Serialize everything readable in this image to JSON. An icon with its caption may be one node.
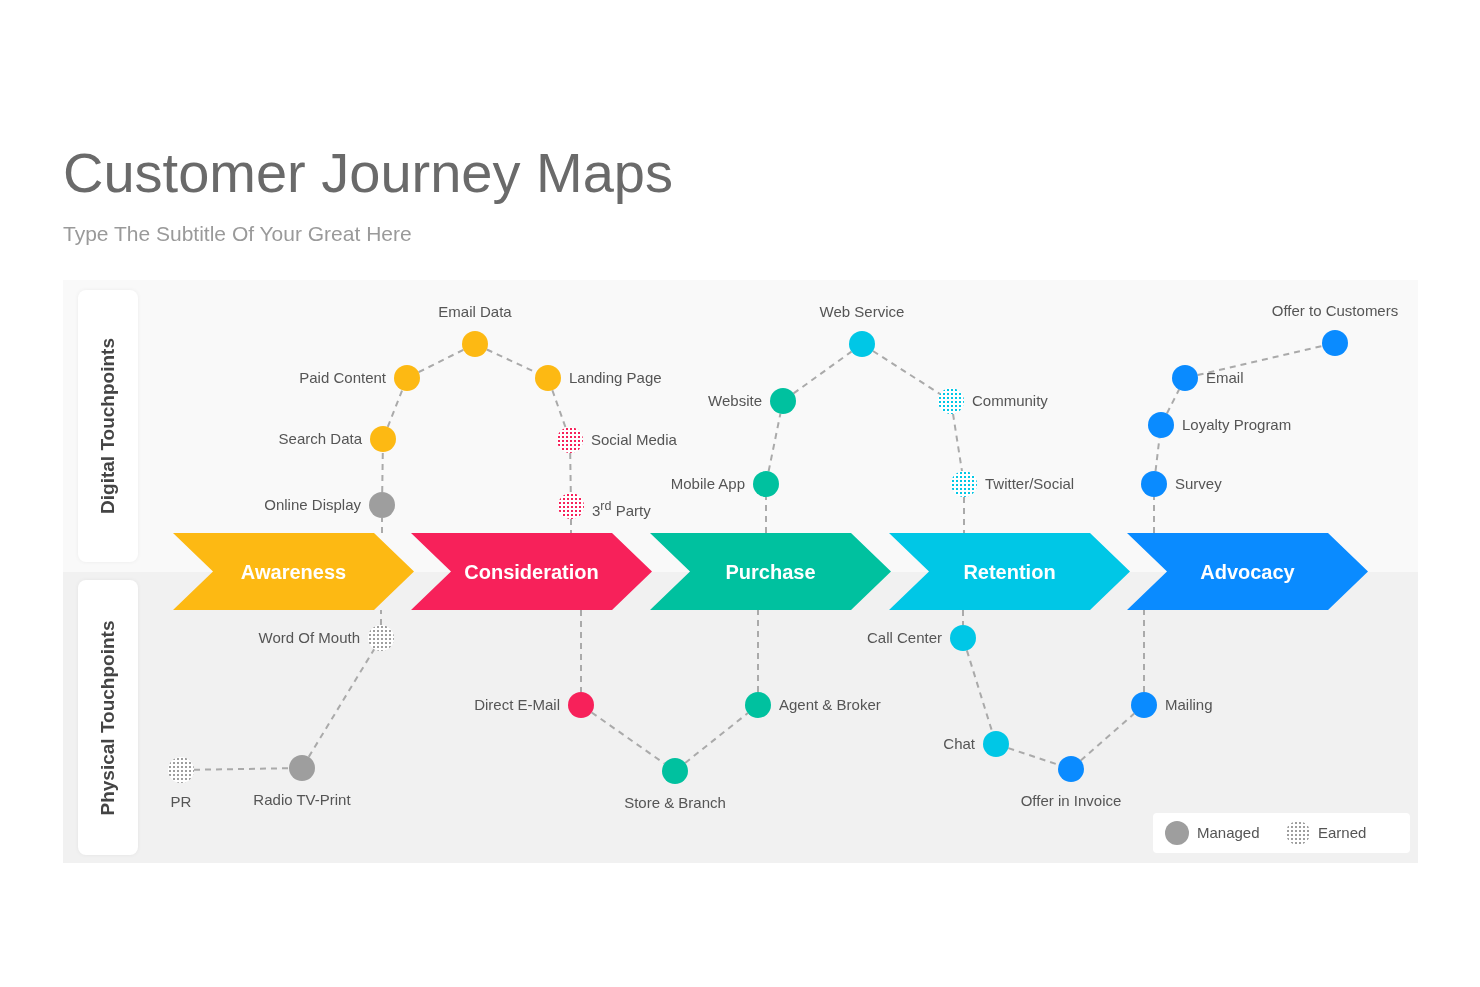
{
  "diagram": {
    "title": "Customer Journey Maps",
    "nodes": [
      {
        "text": [
          "Digital Touchpoints"
        ]
      },
      {
        "text": [
          "Physical Touchpoints"
        ]
      },
      {
        "text": [
          "Awareness"
        ]
      },
      {
        "text": [
          "Consideration"
        ]
      },
      {
        "text": [
          "Purchase"
        ]
      },
      {
        "text": [
          "Retention"
        ]
      },
      {
        "text": [
          "Advocacy"
        ]
      },
      {
        "text": [],
        "shape": "circle",
        "beside": [
          "Online Display"
        ]
      },
      {
        "text": [],
        "shape": "circle",
        "beside": [
          "Search Data"
        ]
      },
      {
        "text": [],
        "shape": "circle",
        "beside": [
          "Paid Content"
        ]
      },
      {
        "text": [],
        "shape": "circle",
        "beside": [
          "Email Data"
        ]
      },
      {
        "text": [],
        "shape": "circle",
        "beside": [
          "Landing Page"
        ]
      },
      {
        "text": [],
        "shape": "circle",
        "beside": [
          "Social Media"
        ]
      },
      {
        "text": [],
        "shape": "circle",
        "beside": [
          "3$^{rd}$ Party"
        ]
      },
      {
        "text": [],
        "shape": "circle",
        "beside": [
          "Website"
        ]
      },
      {
        "text": [],
        "shape": "circle",
        "beside": [
          "Mobile App"
        ]
      },
      {
        "text": [],
        "shape": "circle",
        "beside": [
          "Web Service"
        ]
      },
      {
        "text": [],
        "shape": "circle",
        "beside": [
          "Community"
        ]
      },
      {
        "text": [],
        "shape": "circle",
        "beside": [
          "Twitter/Social"
        ]
      },
      {
        "text": [],
        "shape": "circle",
        "beside": [
          "Offer to Customers"
        ]
      },
      {
        "text": [],
        "shape": "circle",
        "beside": [
          "Email"
        ]
      },
      {
        "text": [],
        "shape": "circle",
        "beside": [
          "Loyalty Program"
        ]
      },
      {
        "text": [],
        "shape": "circle",
        "beside": [
          "Survey"
        ]
      },
      {
        "text": [],
        "shape": "circle",
        "beside": [
          "Word Of Mouth"
        ]
      },
      {
        "text": [],
        "shape": "circle",
        "beside": [
          "PR"
        ]
      },
      {
        "text": [],
        "shape": "circle",
        "beside": [
          "Radio TV-Print"
        ]
      },
      {
        "text": [],
        "shape": "circle",
        "beside": [
          "Direct E-Mail"
        ]
      },
      {
        "text": [],
        "shape": "circle",
        "beside": [
          "Store & Branch"
        ]
      },
      {
        "text": [],
        "shape": "circle",
        "beside": [
          "Agent & Broker"
        ]
      },
      {
        "text": [],
        "shape": "circle",
        "beside": [
          "Call Center"
        ]
      },
      {
        "text": [],
        "shape": "circle",
        "beside": [
          "Chat"
        ]
      },
      {
        "text": [],
        "shape": "circle",
        "beside": [
          "Offer in Invoice"
        ]
      },
      {
        "text": [],
        "shape": "circle",
        "beside": [
          "Mailing"
        ]
      }
    ],
    "edges": [
      {
        "from": 24,
        "to": 25,
        "arrow": "none",
        "style": "dashed"
      },
      {
        "from": 25,
        "to": 23,
        "arrow": "none",
        "style": "dashed"
      },
      {
        "from": 23,
        "to": 2,
        "arrow": "none",
        "style": "dashed"
      },
      {
        "from": 2,
        "to": 7,
        "arrow": "none",
        "style": "dashed"
      },
      {
        "from": 7,
        "to": 8,
        "arrow": "none",
        "style": "dashed"
      },
      {
        "from": 8,
        "to": 9,
        "arrow": "none",
        "style": "dashed"
      },
      {
        "from": 9,
        "to": 10,
        "arrow": "none",
        "style": "dashed"
      },
      {
        "from": 10,
        "to": 11,
        "arrow": "none",
        "style": "dashed"
      },
      {
        "from": 11,
        "to": 12,
        "arrow": "none",
        "style": "dashed"
      },
      {
        "from": 12,
        "to": 13,
        "arrow": "none",
        "style": "dashed"
      },
      {
        "from": 13,
        "to": 3,
        "arrow": "none",
        "style": "dashed"
      },
      {
        "from": 3,
        "to": 26,
        "arrow": "none",
        "style": "dashed"
      },
      {
        "from": 26,
        "to": 27,
        "arrow": "none",
        "style": "dashed"
      },
      {
        "from": 27,
        "to": 28,
        "arrow": "none",
        "style": "dashed"
      },
      {
        "from": 28,
        "to": 4,
        "arrow": "none",
        "style": "dashed"
      },
      {
        "from": 4,
        "to": 15,
        "arrow": "none",
        "style": "dashed"
      },
      {
        "from": 15,
        "to": 14,
        "arrow": "none",
        "style": "dashed"
      },
      {
        "from": 14,
        "to": 16,
        "arrow": "none",
        "style": "dashed"
      },
      {
        "from": 16,
        "to": 17,
        "arrow": "none",
        "style": "dashed"
      },
      {
        "from": 17,
        "to": 18,
        "arrow": "none",
        "style": "dashed"
      },
      {
        "from": 18,
        "to": 5,
        "arrow": "none",
        "style": "dashed"
      },
      {
        "from": 5,
        "to": 29,
        "arrow": "none",
        "style": "dashed"
      },
      {
        "from": 29,
        "to": 30,
        "arrow": "none",
        "style": "dashed"
      },
      {
        "from": 30,
        "to": 31,
        "arrow": "none",
        "style": "dashed"
      },
      {
        "from": 31,
        "to": 32,
        "arrow": "none",
        "style": "dashed"
      },
      {
        "from": 32,
        "to": 6,
        "arrow": "none",
        "style": "dashed"
      },
      {
        "from": 6,
        "to": 22,
        "arrow": "none",
        "style": "dashed"
      },
      {
        "from": 22,
        "to": 21,
        "arrow": "none",
        "style": "dashed"
      },
      {
        "from": 21,
        "to": 20,
        "arrow": "none",
        "style": "dashed"
      },
      {
        "from": 20,
        "to": 19,
        "arrow": "none",
        "style": "dashed"
      }
    ],
    "labels": [
      "Type The Subtitle Of Your Great Here"
    ],
    "legend": [
      {
        "text": "Managed",
        "color": "#9e9e9e"
      },
      {
        "text": "Earned"
      }
    ]
  }
}
